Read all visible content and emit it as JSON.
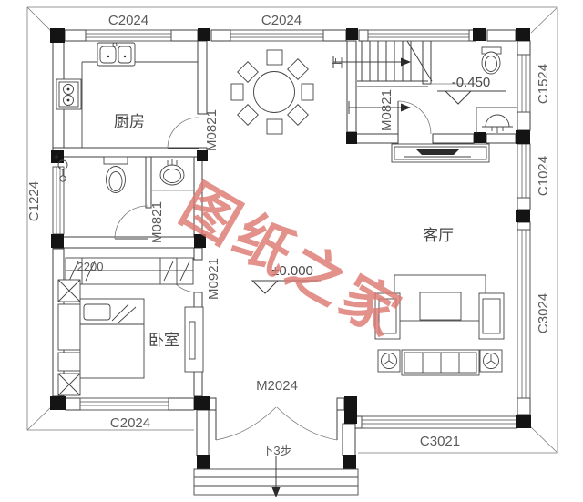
{
  "labels": {
    "windows": {
      "top_left": "C2024",
      "top_center": "C2024",
      "left": "C1224",
      "right_top": "C1524",
      "right_middle": "C1024",
      "right_bottom": "C3024",
      "bottom_left": "C2024",
      "bottom_right": "C3021"
    },
    "doors": {
      "kitchen": "M0821",
      "stair_hall": "M0821",
      "bathroom": "M0821",
      "bedroom": "M0921",
      "entrance": "M2024"
    },
    "rooms": {
      "kitchen": "厨房",
      "living_room": "客厅",
      "bedroom": "卧室"
    },
    "levels": {
      "main_floor": "±0.000",
      "rear_landing": "-0.450"
    },
    "stairs": {
      "up": "上"
    },
    "entrance_note": "下3步",
    "dimensions": {
      "wardrobe": "2200"
    }
  },
  "watermark": {
    "text": "图纸之家",
    "color": "#dc7a72"
  },
  "colors": {
    "line": "#3f3f3f",
    "label": "#5a5a5a",
    "column": "#141414",
    "background": "#ffffff"
  }
}
